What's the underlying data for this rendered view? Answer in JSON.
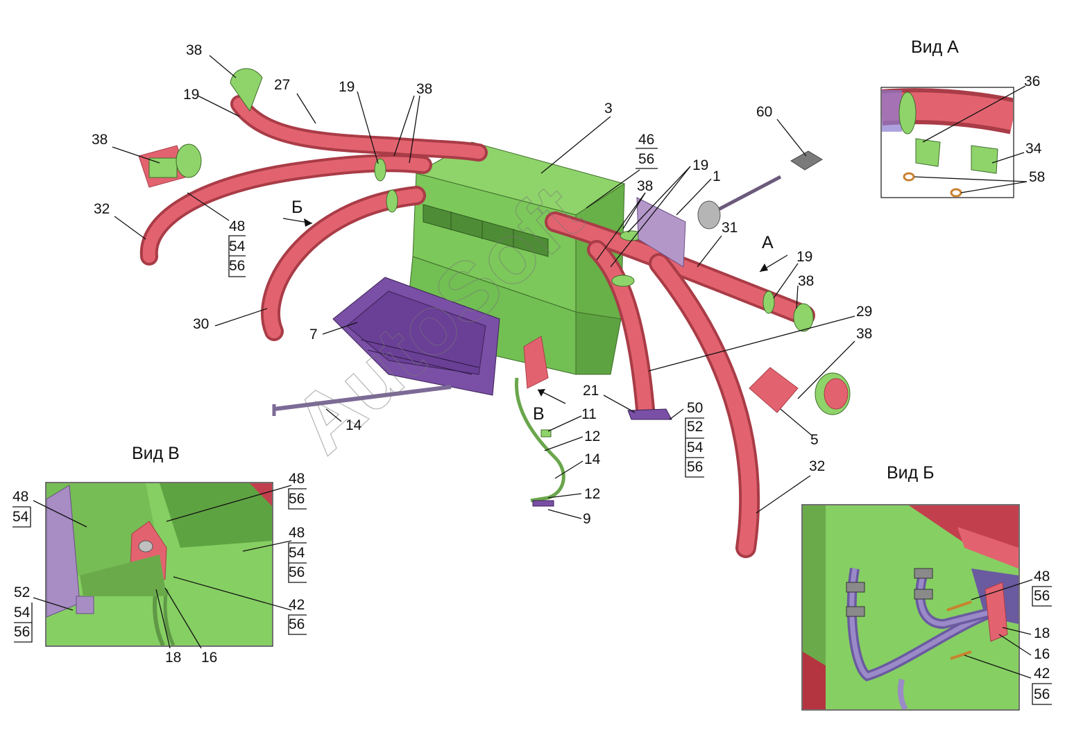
{
  "views": {
    "a_title": "Вид А",
    "b_title": "Вид Б",
    "v_title": "Вид В"
  },
  "arrows": {
    "a": "А",
    "b": "Б",
    "v": "В"
  },
  "watermark": "AutoSoft",
  "labels": {
    "l38a": "38",
    "l27": "27",
    "l19a": "19",
    "l19b": "19",
    "l38b": "38",
    "l3": "3",
    "l60": "60",
    "l46": "46",
    "l56a": "56",
    "l19c": "19",
    "l1": "1",
    "l38c": "38",
    "l38d": "38",
    "l32a": "32",
    "l48a": "48",
    "l54a": "54",
    "l56b": "56",
    "l31": "31",
    "l19d": "19",
    "l38e": "38",
    "l30": "30",
    "l7": "7",
    "l29": "29",
    "l38f": "38",
    "l21": "21",
    "l50": "50",
    "l52a": "52",
    "l54b": "54",
    "l56c": "56",
    "l11": "11",
    "l12a": "12",
    "l14a": "14",
    "l14b": "14",
    "l12b": "12",
    "l9": "9",
    "l5": "5",
    "l32b": "32",
    "va36": "36",
    "va34": "34",
    "va58": "58",
    "vv48a": "48",
    "vv54a": "54",
    "vv48b": "48",
    "vv56a": "56",
    "vv48c": "48",
    "vv54b": "54",
    "vv56b": "56",
    "vv52": "52",
    "vv54c": "54",
    "vv56c": "56",
    "vv42": "42",
    "vv56d": "56",
    "vv18": "18",
    "vv16": "16",
    "vb48": "48",
    "vb56a": "56",
    "vb18": "18",
    "vb16": "16",
    "vb42": "42",
    "vb56b": "56"
  }
}
